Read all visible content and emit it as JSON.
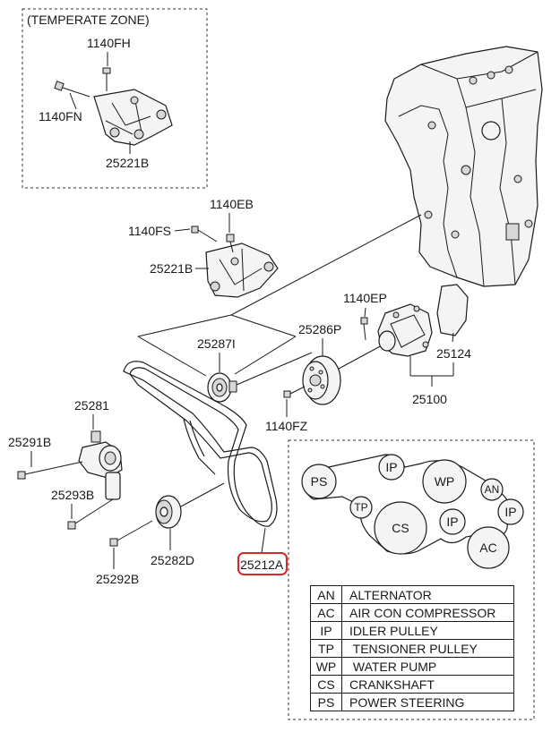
{
  "inset_title": "(TEMPERATE ZONE)",
  "part_labels": {
    "fh1140": "1140FH",
    "fn1140": "1140FN",
    "b25221_inset": "25221B",
    "eb1140": "1140EB",
    "fs1140": "1140FS",
    "b25221": "25221B",
    "i25287": "25287I",
    "p25286": "25286P",
    "ep1140": "1140EP",
    "p25124": "25124",
    "p25100": "25100",
    "fz1140": "1140FZ",
    "p25281": "25281",
    "b25291": "25291B",
    "b25293": "25293B",
    "d25282": "25282D",
    "b25292": "25292B",
    "a25212": "25212A"
  },
  "belt_routing": {
    "pulleys": [
      "PS",
      "IP",
      "WP",
      "AN",
      "TP",
      "CS",
      "IP",
      "IP",
      "AC"
    ]
  },
  "legend": [
    {
      "code": "AN",
      "description": "ALTERNATOR"
    },
    {
      "code": "AC",
      "description": "AIR CON COMPRESSOR"
    },
    {
      "code": "IP",
      "description": "IDLER PULLEY"
    },
    {
      "code": "TP",
      "description": " TENSIONER PULLEY"
    },
    {
      "code": "WP",
      "description": " WATER PUMP"
    },
    {
      "code": "CS",
      "description": "CRANKSHAFT"
    },
    {
      "code": "PS",
      "description": "POWER STEERING"
    }
  ],
  "highlight_color": "#d9262c"
}
